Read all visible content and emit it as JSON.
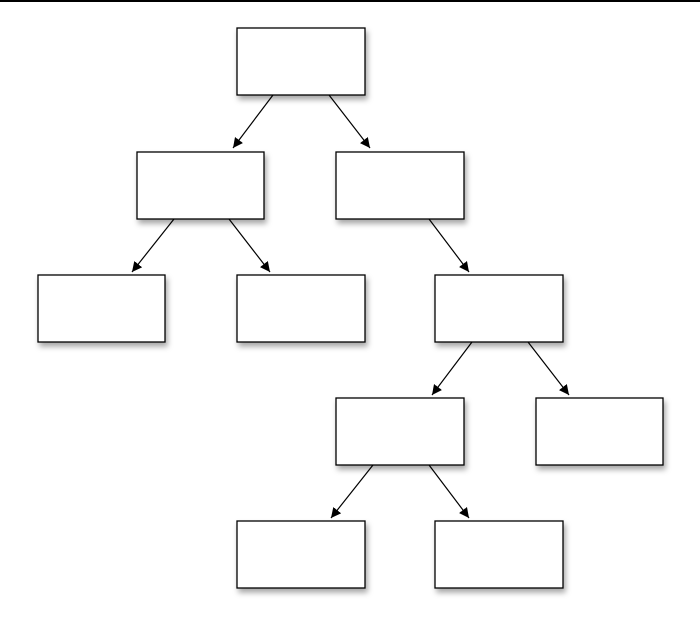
{
  "diagram": {
    "type": "tree",
    "nodes": [
      {
        "id": "root",
        "label": ""
      },
      {
        "id": "left-child",
        "label": ""
      },
      {
        "id": "right-child",
        "label": ""
      },
      {
        "id": "left-left-leaf",
        "label": ""
      },
      {
        "id": "left-right-leaf",
        "label": ""
      },
      {
        "id": "right-subtree-node",
        "label": ""
      },
      {
        "id": "subtree-left-node",
        "label": ""
      },
      {
        "id": "subtree-right-leaf",
        "label": ""
      },
      {
        "id": "bottom-left-leaf",
        "label": ""
      },
      {
        "id": "bottom-right-leaf",
        "label": ""
      }
    ],
    "edges": [
      {
        "from": "root",
        "to": "left-child"
      },
      {
        "from": "root",
        "to": "right-child"
      },
      {
        "from": "left-child",
        "to": "left-left-leaf"
      },
      {
        "from": "left-child",
        "to": "left-right-leaf"
      },
      {
        "from": "right-child",
        "to": "right-subtree-node"
      },
      {
        "from": "right-subtree-node",
        "to": "subtree-left-node"
      },
      {
        "from": "right-subtree-node",
        "to": "subtree-right-leaf"
      },
      {
        "from": "subtree-left-node",
        "to": "bottom-left-leaf"
      },
      {
        "from": "subtree-left-node",
        "to": "bottom-right-leaf"
      }
    ]
  }
}
